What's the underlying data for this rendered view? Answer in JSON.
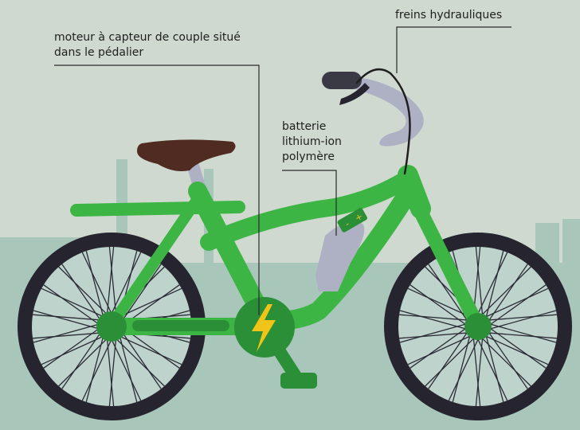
{
  "callouts": {
    "motor": [
      "moteur à capteur de couple situé",
      "dans le pédalier"
    ],
    "battery": [
      "batterie",
      "lithium-ion",
      "polymère"
    ],
    "brakes": [
      "freins hydrauliques"
    ]
  },
  "battery_terminals": {
    "minus": "-",
    "plus": "+"
  },
  "icons": {
    "motor": "lightning-bolt-icon"
  },
  "colors": {
    "background": "#cfd9cf",
    "city_silhouette": "#a9c6bb",
    "frame": "#3db544",
    "frame_dark": "#2a8f36",
    "tire": "#26242f",
    "spokes": "#2b2b35",
    "rim_interior": "#bdd3cc",
    "saddle": "#4f2b21",
    "seatpost_and_handlebar": "#aeb0c3",
    "grip": "#3a3a44",
    "battery_body": "#aeb0c3",
    "motor_bolt": "#f2c419",
    "callout_line": "#2a2a2a"
  }
}
